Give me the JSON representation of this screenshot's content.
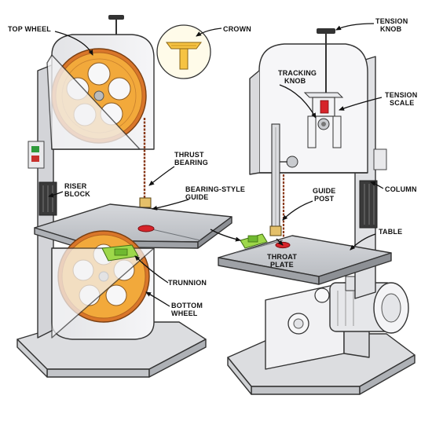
{
  "labels": {
    "top_wheel": "TOP WHEEL",
    "crown": "CROWN",
    "thrust_bearing": [
      "THRUST",
      "BEARING"
    ],
    "riser_block": [
      "RISER",
      "BLOCK"
    ],
    "bearing_style_guide": [
      "BEARING-STYLE",
      "GUIDE"
    ],
    "trunnion": "TRUNNION",
    "bottom_wheel": [
      "BOTTOM",
      "WHEEL"
    ],
    "tension_knob": [
      "TENSION",
      "KNOB"
    ],
    "tracking_knob": [
      "TRACKING",
      "KNOB"
    ],
    "tension_scale": [
      "TENSION",
      "SCALE"
    ],
    "guide_post": [
      "GUIDE",
      "POST"
    ],
    "column": "COLUMN",
    "table": "TABLE",
    "throat_plate": [
      "THROAT",
      "PLATE"
    ]
  },
  "colors": {
    "wheel_orange": "#f2a93b",
    "wheel_rim": "#d9762a",
    "body_gray": "#eeeef0",
    "housing_white": "#f7f7f8",
    "table_gray": "#c9cbcf",
    "throat_red": "#d6242a",
    "trunnion_green": "#9ed84a",
    "crown_yellow": "#f6c343",
    "column_dark": "#3a3a3a"
  }
}
